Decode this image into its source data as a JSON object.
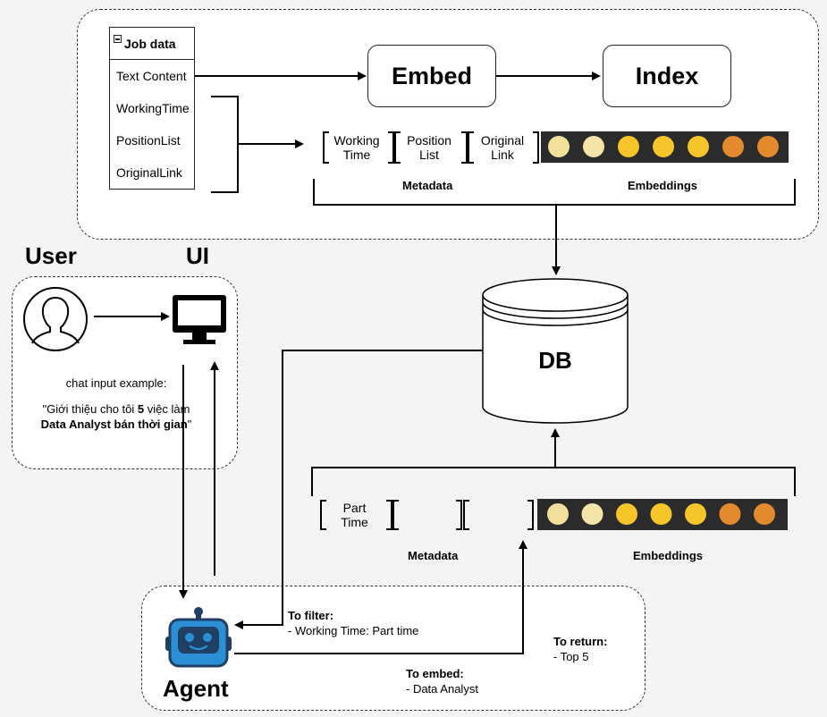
{
  "job_table": {
    "title": "Job data",
    "rows": [
      "Text Content",
      "WorkingTime",
      "PositionList",
      "OriginalLink"
    ]
  },
  "pipeline": {
    "embed_label": "Embed",
    "index_label": "Index"
  },
  "top_vector": {
    "fields": [
      "Working\nTime",
      "Position\nList",
      "Original\nLink"
    ],
    "metadata_label": "Metadata",
    "embeddings_label": "Embeddings",
    "dot_colors": [
      "#f3df9c",
      "#f4e4a8",
      "#f5c52a",
      "#f5c52a",
      "#f5c52a",
      "#e3892e",
      "#e3892e"
    ]
  },
  "db_label": "DB",
  "user_section": {
    "user_label": "User",
    "ui_label": "UI",
    "chat_intro": "chat input example:",
    "chat_example": {
      "part1": "\"Giới thiệu cho tôi ",
      "num": "5",
      "part2": " việc làm ",
      "bold": "Data Analyst bán thời gian",
      "end": "\""
    }
  },
  "query_vector": {
    "fields": [
      "Part\nTime",
      "",
      ""
    ],
    "metadata_label": "Metadata",
    "embeddings_label": "Embeddings",
    "dot_colors": [
      "#f3df9c",
      "#f4e4a8",
      "#f5c52a",
      "#f5c52a",
      "#f5c52a",
      "#e3892e",
      "#e3892e"
    ]
  },
  "agent": {
    "label": "Agent",
    "to_filter_title": "To filter:",
    "to_filter_value": "- Working Time: Part time",
    "to_return_title": "To return:",
    "to_return_value": "- Top 5",
    "to_embed_title": "To embed:",
    "to_embed_value": "- Data Analyst"
  },
  "colors": {
    "robot_blue": "#2b8fd6",
    "robot_dark": "#1f3f63",
    "embedding_bg": "#2b2b2b"
  }
}
